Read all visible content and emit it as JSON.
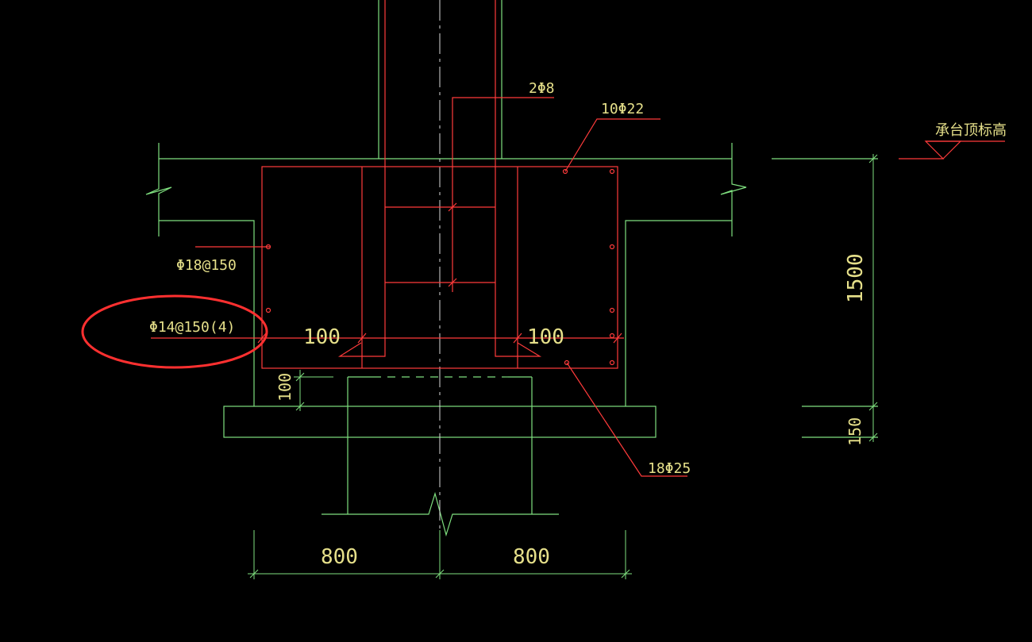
{
  "drawing": {
    "colors": {
      "background": "#000000",
      "concrete_line": "#7fe07f",
      "rebar_line": "#ff3b3b",
      "centerline": "#e0e0e0",
      "dimension_line": "#7fe07f",
      "text": "#e6e08a",
      "highlight_ellipse": "#ff3030"
    },
    "labels": {
      "stirrup_column": "2Φ8",
      "top_bars": "10Φ22",
      "side_bars": "Φ18@150",
      "bottom_stirrup": "Φ14@150(4)",
      "bottom_bars": "18Φ25",
      "elevation_mark": "承台顶标高",
      "anchor_left": "100",
      "anchor_right": "100"
    },
    "dimensions": {
      "cap_depth": "1500",
      "pad_thickness": "150",
      "cover": "100",
      "half_width_left": "800",
      "half_width_right": "800"
    }
  }
}
